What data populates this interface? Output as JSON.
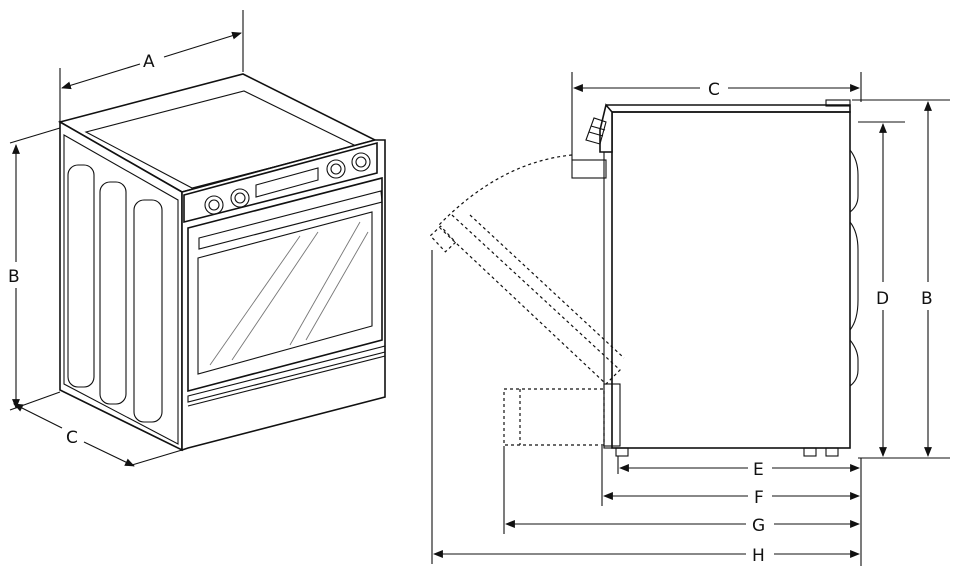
{
  "front_view": {
    "labels": {
      "a": "A",
      "b": "B",
      "c": "C"
    }
  },
  "side_view": {
    "labels": {
      "c": "C",
      "d": "D",
      "b": "B",
      "e": "E",
      "f": "F",
      "g": "G",
      "h": "H"
    }
  },
  "colors": {
    "line": "#111111",
    "background": "#ffffff"
  }
}
